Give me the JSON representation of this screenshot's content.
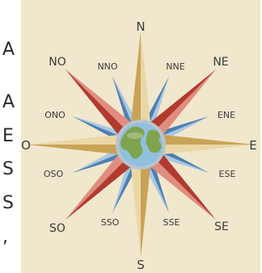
{
  "left_fragments": [
    "A",
    "A",
    "E",
    "S",
    "S",
    ","
  ],
  "compass": {
    "labels": {
      "N": "N",
      "NNE": "NNE",
      "NE": "NE",
      "ENE": "ENE",
      "E": "E",
      "ESE": "ESE",
      "SE": "SE",
      "SSE": "SSE",
      "S": "S",
      "SSO": "SSO",
      "SO": "SO",
      "OSO": "OSO",
      "O": "O",
      "ONO": "ONO",
      "NO": "NO",
      "NNO": "NNO"
    },
    "colors": {
      "background": "#f0e7cd",
      "cardinal_light": "#ead7a6",
      "cardinal_dark": "#c9a356",
      "intercardinal_light": "#e08d7f",
      "intercardinal_dark": "#b23a2e",
      "secondary_light": "#a9c7e3",
      "secondary_dark": "#4e7fb2",
      "globe_ocean": "#8fc0dd",
      "globe_land": "#7fa34e",
      "globe_ring": "#b8c4cf"
    }
  }
}
